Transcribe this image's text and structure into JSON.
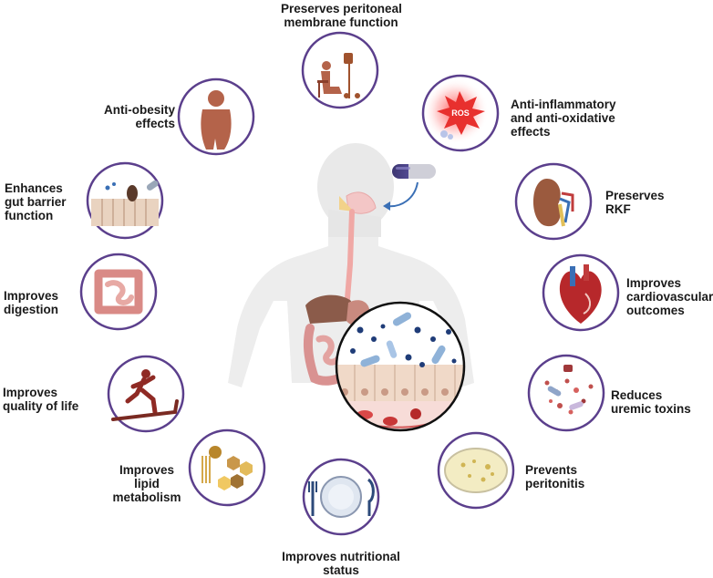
{
  "benefits": {
    "peritoneal": [
      "Preserves peritoneal",
      "membrane function"
    ],
    "inflammation": [
      "Anti-inflammatory",
      "and anti-oxidative",
      "effects"
    ],
    "rkf": [
      "Preserves",
      "RKF"
    ],
    "cardio": [
      "Improves",
      "cardiovascular",
      "outcomes"
    ],
    "uremic": [
      "Reduces",
      "uremic toxins"
    ],
    "peritonitis": [
      "Prevents",
      "peritonitis"
    ],
    "nutrition": [
      "Improves nutritional",
      "status"
    ],
    "lipid": [
      "Improves",
      "lipid",
      "metabolism"
    ],
    "quality": [
      "Improves",
      "quality of life"
    ],
    "digestion": [
      "Improves",
      "digestion"
    ],
    "gut": [
      "Enhances",
      "gut barrier",
      "function"
    ],
    "obesity": [
      "Anti-obesity",
      "effects"
    ]
  },
  "icons": {
    "ros_text": "ROS"
  },
  "colors": {
    "circle_border": "#5b3f8c",
    "skin": "#efe9e6",
    "muscle": "#8f4a3c",
    "accent_blue": "#3a6fb5"
  }
}
